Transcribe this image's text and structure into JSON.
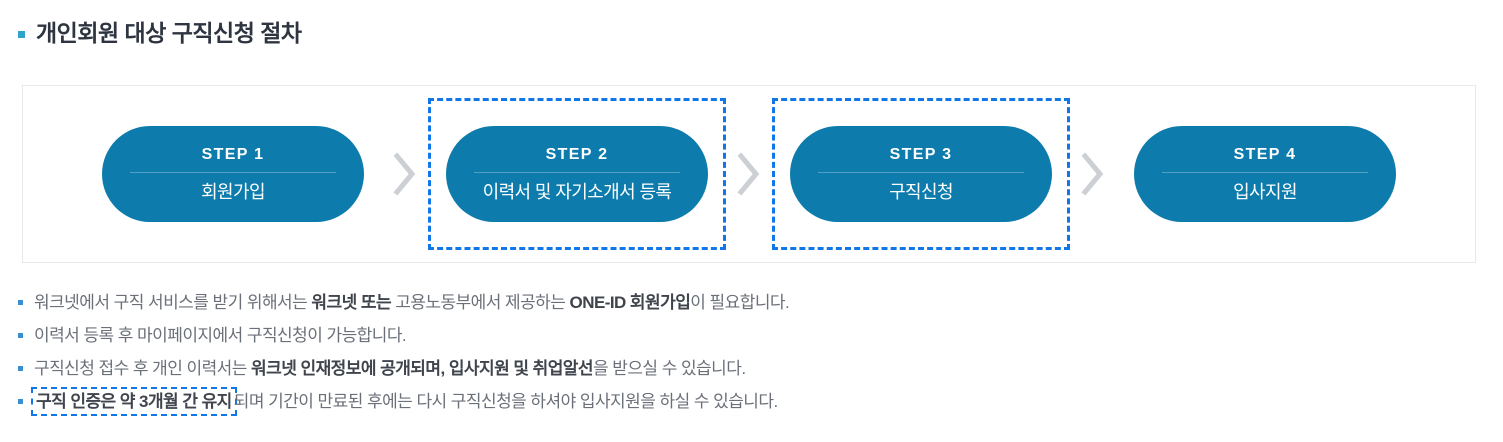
{
  "page": {
    "title": "개인회원 대상 구직신청 절차",
    "bullet_color": "#2fa3c9"
  },
  "colors": {
    "pill": "#0d7cac",
    "highlight_dashed": "#1177e8",
    "panel_border": "#e7e8ea",
    "note_bullet": "#3a8fd0",
    "arrow": "#cccfd3"
  },
  "steps": [
    {
      "label": "STEP 1",
      "name": "회원가입",
      "highlighted": false
    },
    {
      "label": "STEP 2",
      "name": "이력서 및 자기소개서 등록",
      "highlighted": true
    },
    {
      "label": "STEP 3",
      "name": "구직신청",
      "highlighted": true
    },
    {
      "label": "STEP 4",
      "name": "입사지원",
      "highlighted": false
    }
  ],
  "arrows": [
    {
      "icon": "chevron-right-icon"
    },
    {
      "icon": "chevron-right-icon"
    },
    {
      "icon": "chevron-right-icon"
    }
  ],
  "notes": [
    {
      "id": "note-one-id",
      "boxed": false,
      "parts": [
        {
          "text": "워크넷에서 구직 서비스를 받기 위해서는 ",
          "bold": false
        },
        {
          "text": "워크넷 또는",
          "bold": true
        },
        {
          "text": " 고용노동부에서 제공하는 ",
          "bold": false
        },
        {
          "text": "ONE-ID 회원가입",
          "bold": true
        },
        {
          "text": "이 필요합니다.",
          "bold": false
        }
      ]
    },
    {
      "id": "note-resume-mypage",
      "boxed": false,
      "parts": [
        {
          "text": "이력서 등록 후 마이페이지에서 구직신청이 가능합니다.",
          "bold": false
        }
      ]
    },
    {
      "id": "note-public-info",
      "boxed": false,
      "parts": [
        {
          "text": "구직신청 접수 후 개인 이력서는 ",
          "bold": false
        },
        {
          "text": "워크넷 인재정보에 공개되며, 입사지원 및 취업알선",
          "bold": true
        },
        {
          "text": "을 받으실 수 있습니다.",
          "bold": false
        }
      ]
    },
    {
      "id": "note-certification-period",
      "boxed": true,
      "parts": [
        {
          "text": "구직 인증은 약 3개월 간 유지",
          "bold": true,
          "highlighted": true
        },
        {
          "text": "되며 기간이 만료된 후에는 다시 구직신청을 하셔야 입사지원을 하실 수 있습니다.",
          "bold": false
        }
      ]
    }
  ]
}
